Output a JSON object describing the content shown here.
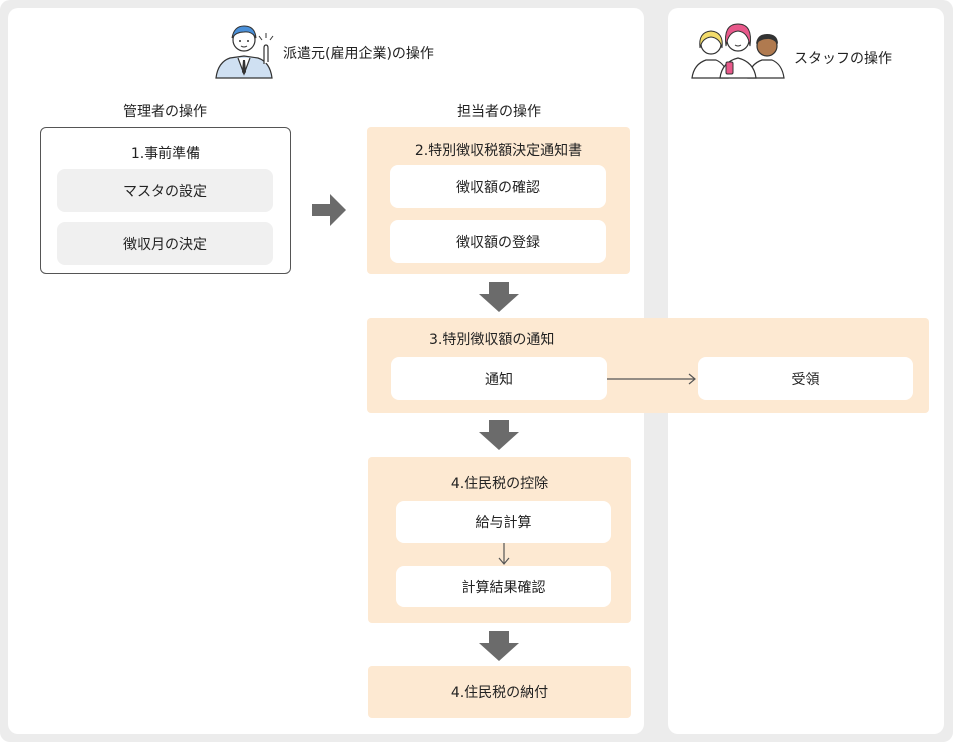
{
  "actors": {
    "dispatcher": "派遣元(雇用企業)の操作",
    "staff": "スタッフの操作"
  },
  "roles": {
    "manager": "管理者の操作",
    "person_in_charge": "担当者の操作"
  },
  "steps": {
    "s1": {
      "title": "1.事前準備",
      "items": [
        "マスタの設定",
        "徴収月の決定"
      ]
    },
    "s2": {
      "title": "2.特別徴収税額決定通知書",
      "items": [
        "徴収額の確認",
        "徴収額の登録"
      ]
    },
    "s3": {
      "title": "3.特別徴収額の通知",
      "items": [
        "通知",
        "受領"
      ]
    },
    "s4": {
      "title": "4.住民税の控除",
      "items": [
        "給与計算",
        "計算結果確認"
      ]
    },
    "s5": {
      "title": "4.住民税の納付"
    }
  },
  "colors": {
    "peach": "#fde9d2",
    "arrow": "#6b6b6b",
    "panel_bg": "#ececec"
  },
  "icons": {
    "dispatcher": "businessman-icon",
    "staff": "staff-group-icon"
  }
}
